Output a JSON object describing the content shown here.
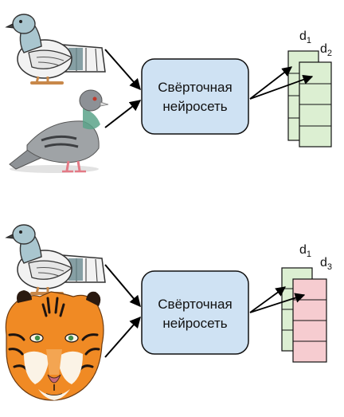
{
  "panels": [
    {
      "network_label_line1": "Свёрточная",
      "network_label_line2": "нейросеть",
      "vec_a": {
        "letter": "d",
        "sub": "1"
      },
      "vec_b": {
        "letter": "d",
        "sub": "2"
      },
      "vec_b_color": "#dcefd2"
    },
    {
      "network_label_line1": "Свёрточная",
      "network_label_line2": "нейросеть",
      "vec_a": {
        "letter": "d",
        "sub": "1"
      },
      "vec_b": {
        "letter": "d",
        "sub": "3"
      },
      "vec_b_color": "#f6ccd0"
    }
  ],
  "colors": {
    "network_box": "#cfe2f3",
    "vector_green": "#dcefd2",
    "vector_red": "#f6ccd0",
    "pigeon_head": "#a9c6cf",
    "pigeon_grey": "#9fa3a6",
    "tiger_orange": "#f08a24"
  },
  "icons": [
    "pigeon-cartoon-icon",
    "pigeon-photo-icon",
    "tiger-face-icon"
  ]
}
